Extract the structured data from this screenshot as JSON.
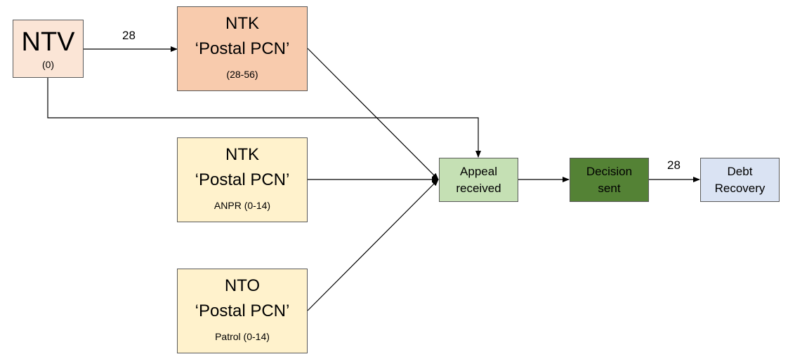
{
  "nodes": {
    "ntv": {
      "title": "NTV",
      "subtitle": "(0)"
    },
    "ntk_postal_1": {
      "line1": "NTK",
      "line2": "‘Postal PCN’",
      "line3": "(28-56)"
    },
    "ntk_postal_2": {
      "line1": "NTK",
      "line2": "‘Postal PCN’",
      "line3": "ANPR  (0-14)"
    },
    "nto_postal": {
      "line1": "NTO",
      "line2": "‘Postal PCN’",
      "line3": "Patrol  (0-14)"
    },
    "appeal_received": {
      "line1": "Appeal",
      "line2": "received"
    },
    "decision_sent": {
      "line1": "Decision",
      "line2": "sent"
    },
    "debt_recovery": {
      "line1": "Debt",
      "line2": "Recovery"
    }
  },
  "edge_labels": {
    "ntv_to_ntk": "28",
    "decision_to_debt": "28"
  },
  "colors": {
    "ntv_fill": "#fbe5d6",
    "ntk_postal_1_fill": "#f8cbad",
    "postal_fill": "#fff2cc",
    "appeal_fill": "#c5e0b4",
    "decision_fill": "#548235",
    "debt_fill": "#dae3f3",
    "border": "#5a5a5a",
    "line": "#000000"
  }
}
